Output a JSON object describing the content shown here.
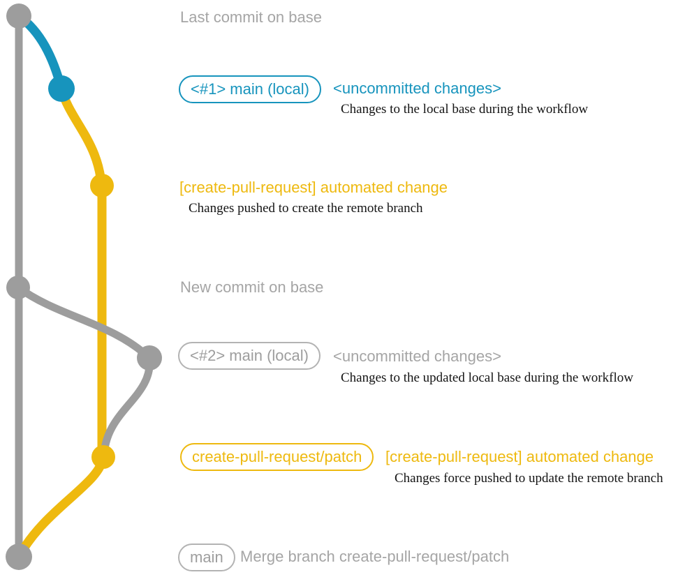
{
  "colors": {
    "blue": "#1794bd",
    "yellow": "#eeb90f",
    "gray_line": "#9d9d9d",
    "gray_text": "#a5a5a5",
    "gray_tag_border": "#b3b3b3",
    "gray_tag_text": "#9e9e9e",
    "black_text": "#141414",
    "bg": "#ffffff"
  },
  "diagram": {
    "base_branch": {
      "last_commit_heading": "Last commit on base",
      "new_commit_heading": "New commit on base",
      "merge_commit_message": "Merge branch create-pull-request/patch",
      "main_tag": "main"
    },
    "local_main_1": {
      "tag": "<#1> main (local)",
      "status": "<uncommitted changes>",
      "description": "Changes to the local base during the workflow"
    },
    "patch_commit_1": {
      "message": "[create-pull-request] automated change",
      "description": "Changes pushed to create the remote branch"
    },
    "local_main_2": {
      "tag": "<#2> main (local)",
      "status": "<uncommitted changes>",
      "description": "Changes to the updated local base during the workflow"
    },
    "patch_commit_2": {
      "branch_tag": "create-pull-request/patch",
      "message": "[create-pull-request] automated change",
      "description": "Changes force pushed to update the remote branch"
    }
  }
}
